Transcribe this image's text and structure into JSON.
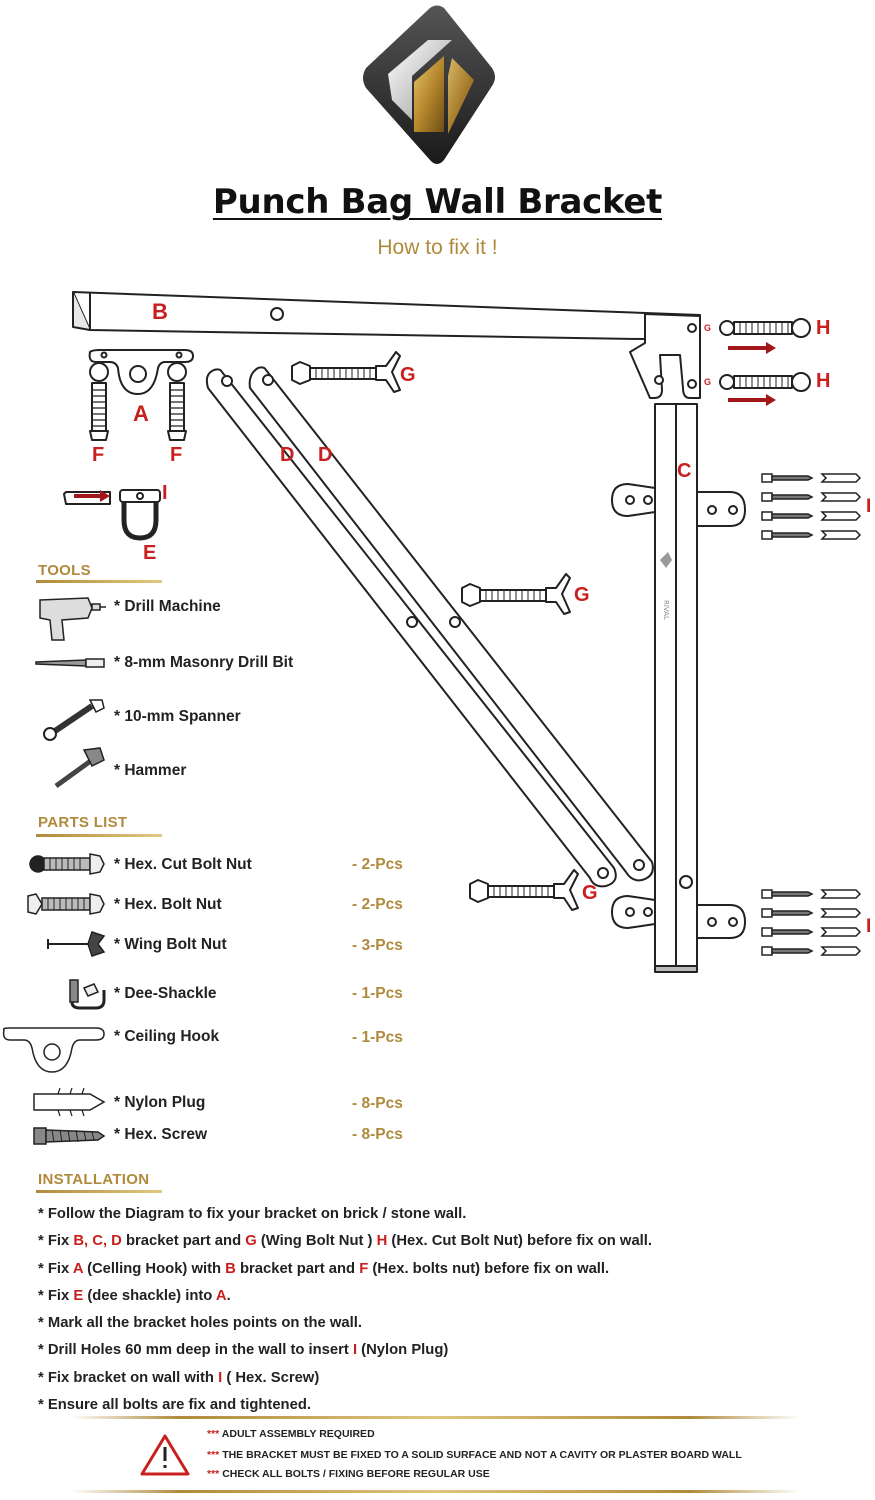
{
  "header": {
    "title": "Punch Bag Wall Bracket",
    "subtitle": "How to fix it !"
  },
  "diagram_labels": {
    "B": "B",
    "A": "A",
    "F1": "F",
    "F2": "F",
    "E": "E",
    "I_shackle": "I",
    "D1": "D",
    "D2": "D",
    "C": "C",
    "G_top": "G",
    "G_mid": "G",
    "G_bottom": "G",
    "H1": "H",
    "H2": "H",
    "G_small1": "G",
    "G_small2": "G",
    "I_top": "I",
    "I_bottom": "I"
  },
  "tools": {
    "heading": "TOOLS",
    "items": [
      {
        "label": "* Drill Machine",
        "icon": "drill-icon"
      },
      {
        "label": "* 8-mm Masonry Drill Bit",
        "icon": "drill-bit-icon"
      },
      {
        "label": "* 10-mm Spanner",
        "icon": "spanner-icon"
      },
      {
        "label": "* Hammer",
        "icon": "hammer-icon"
      }
    ]
  },
  "parts": {
    "heading": "PARTS LIST",
    "items": [
      {
        "label": "* Hex. Cut Bolt Nut",
        "qty": "- 2-Pcs",
        "icon": "hex-cut-bolt-nut-icon"
      },
      {
        "label": "* Hex. Bolt Nut",
        "qty": "- 2-Pcs",
        "icon": "hex-bolt-nut-icon"
      },
      {
        "label": "* Wing Bolt Nut",
        "qty": "- 3-Pcs",
        "icon": "wing-bolt-nut-icon"
      },
      {
        "label": "* Dee-Shackle",
        "qty": "- 1-Pcs",
        "icon": "dee-shackle-icon"
      },
      {
        "label": "* Ceiling Hook",
        "qty": "- 1-Pcs",
        "icon": "ceiling-hook-icon"
      },
      {
        "label": "* Nylon Plug",
        "qty": "- 8-Pcs",
        "icon": "nylon-plug-icon"
      },
      {
        "label": "* Hex. Screw",
        "qty": "- 8-Pcs",
        "icon": "hex-screw-icon"
      }
    ]
  },
  "installation": {
    "heading": "INSTALLATION",
    "steps": [
      [
        {
          "t": "* Follow the Diagram to fix your bracket on brick / stone wall."
        }
      ],
      [
        {
          "t": "* Fix "
        },
        {
          "t": "B, C, D",
          "red": true
        },
        {
          "t": " bracket part  and  "
        },
        {
          "t": "G",
          "red": true
        },
        {
          "t": " (Wing Bolt Nut )  "
        },
        {
          "t": "H",
          "red": true
        },
        {
          "t": " (Hex. Cut Bolt Nut) before fix on wall."
        }
      ],
      [
        {
          "t": "* Fix  "
        },
        {
          "t": "A",
          "red": true
        },
        {
          "t": "  (Celling Hook) with "
        },
        {
          "t": "B",
          "red": true
        },
        {
          "t": " bracket part  and  "
        },
        {
          "t": "F",
          "red": true
        },
        {
          "t": "  (Hex. bolts nut) before fix on wall."
        }
      ],
      [
        {
          "t": "* Fix "
        },
        {
          "t": "E",
          "red": true
        },
        {
          "t": " (dee shackle) into "
        },
        {
          "t": "A",
          "red": true
        },
        {
          "t": "."
        }
      ],
      [
        {
          "t": "* Mark all the bracket holes points on the wall."
        }
      ],
      [
        {
          "t": "* Drill Holes 60 mm deep in the wall to insert "
        },
        {
          "t": "I",
          "red": true
        },
        {
          "t": " (Nylon Plug)"
        }
      ],
      [
        {
          "t": "* Fix bracket on wall with "
        },
        {
          "t": "I",
          "red": true
        },
        {
          "t": " ( Hex. Screw)"
        }
      ],
      [
        {
          "t": "* Ensure all bolts are fix and tightened."
        }
      ]
    ]
  },
  "warnings": [
    "ADULT ASSEMBLY REQUIRED",
    "THE BRACKET MUST BE FIXED TO A SOLID SURFACE AND NOT A CAVITY OR PLASTER BOARD WALL",
    "CHECK ALL BOLTS / FIXING BEFORE REGULAR USE"
  ],
  "warning_star": "***",
  "colors": {
    "accent_gold": "#b08a3c",
    "label_red": "#c8201e",
    "logo_dark": "#2b2b2b"
  }
}
